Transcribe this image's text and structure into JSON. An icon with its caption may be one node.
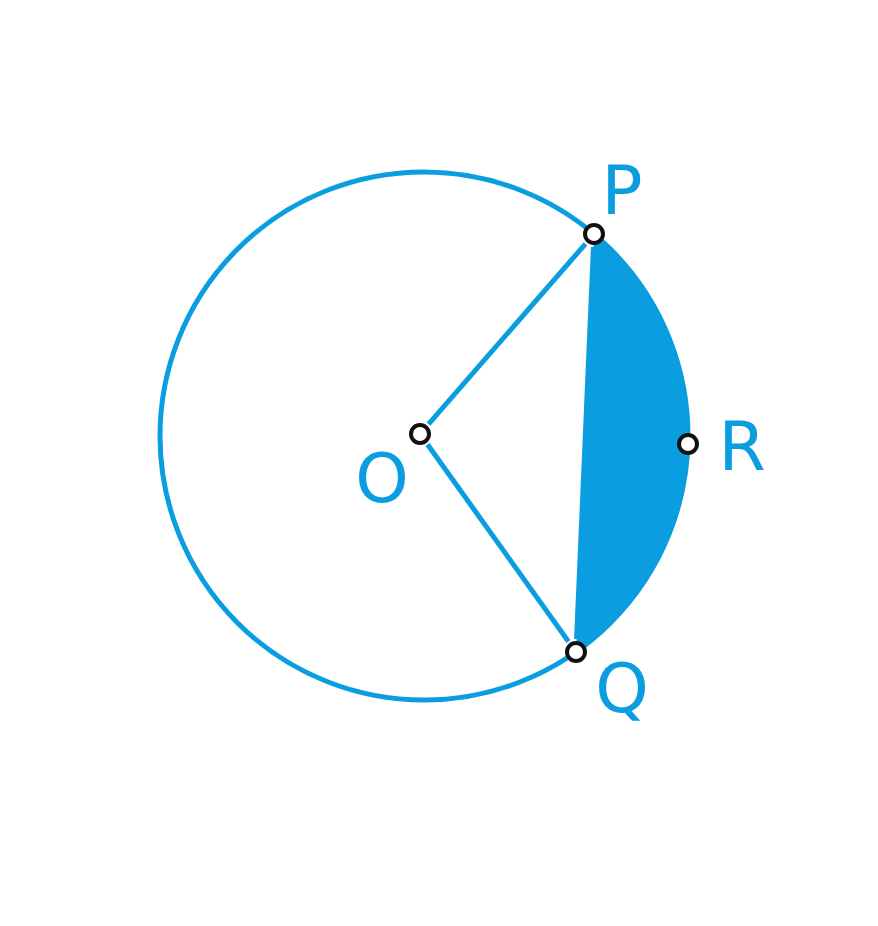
{
  "diagram": {
    "nodes": [
      {
        "text": [],
        "shape": "circle",
        "beside": [
          "P"
        ]
      },
      {
        "text": [],
        "shape": "circle",
        "beside": [
          "O"
        ]
      },
      {
        "text": [],
        "shape": "circle",
        "beside": [
          "R"
        ]
      },
      {
        "text": [],
        "shape": "circle",
        "beside": [
          "Q"
        ]
      }
    ],
    "edges": [
      {
        "from": 1,
        "to": 0,
        "arrow": "none"
      },
      {
        "from": 1,
        "to": 3,
        "arrow": "none"
      },
      {
        "from": 0,
        "to": 3,
        "arrow": "none"
      }
    ]
  }
}
